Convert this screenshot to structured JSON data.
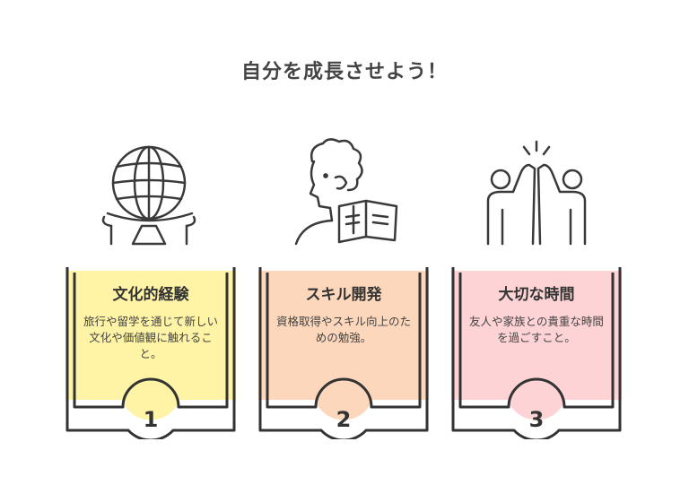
{
  "title": "自分を成長させよう！",
  "cards": [
    {
      "title": "文化的経験",
      "desc": "旅行や留学を通じて新しい文化や価値観に触れること。",
      "number": "1",
      "color": "#fff3a6",
      "icon": "globe-icon"
    },
    {
      "title": "スキル開発",
      "desc": "資格取得やスキル向上のための勉強。",
      "number": "2",
      "color": "#fcd7bb",
      "icon": "person-reading-book-icon"
    },
    {
      "title": "大切な時間",
      "desc": "友人や家族との貴重な時間を過ごすこと。",
      "number": "3",
      "color": "#fdd3d6",
      "icon": "high-five-icon"
    }
  ]
}
